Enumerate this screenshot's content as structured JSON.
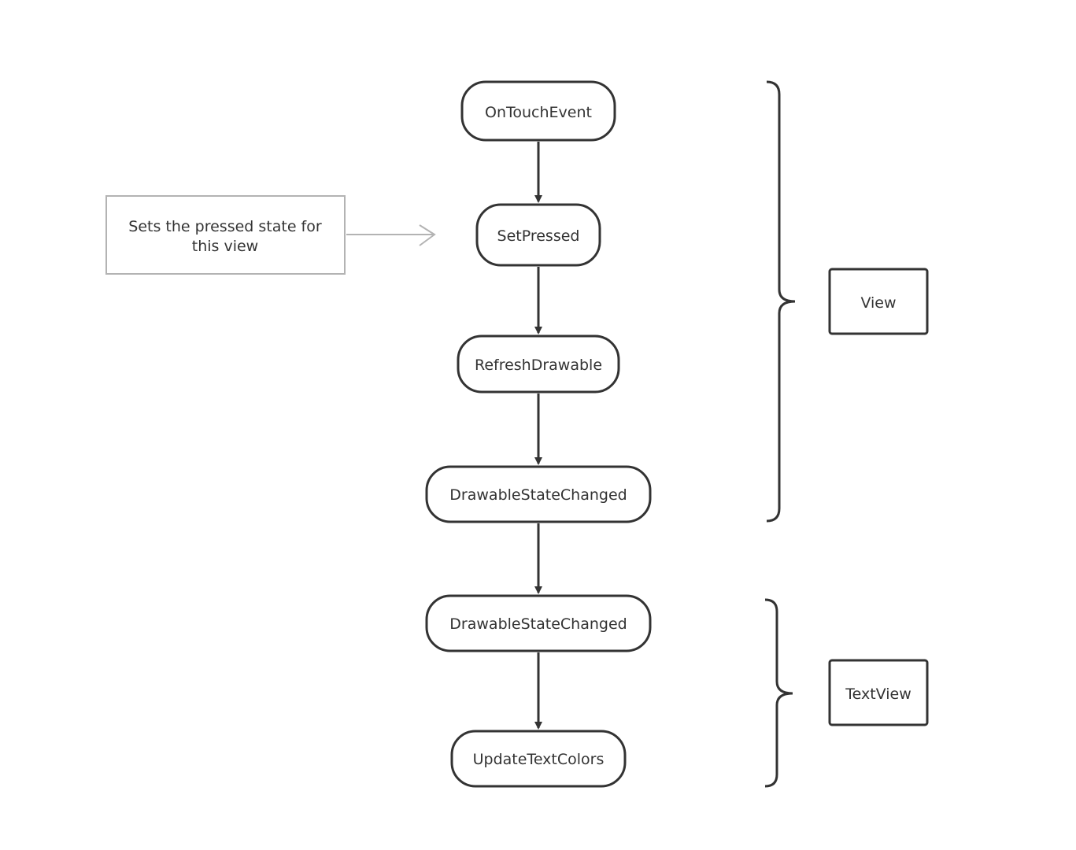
{
  "flow": {
    "nodes": [
      {
        "id": "on-touch-event",
        "label": "OnTouchEvent"
      },
      {
        "id": "set-pressed",
        "label": "SetPressed"
      },
      {
        "id": "refresh-drawable",
        "label": "RefreshDrawable"
      },
      {
        "id": "drawable-state-changed-view",
        "label": "DrawableStateChanged"
      },
      {
        "id": "drawable-state-changed-textview",
        "label": "DrawableStateChanged"
      },
      {
        "id": "update-text-colors",
        "label": "UpdateTextColors"
      }
    ]
  },
  "note": {
    "line1": "Sets the pressed state for",
    "line2": "this view"
  },
  "groups": {
    "view": {
      "label": "View"
    },
    "textview": {
      "label": "TextView"
    }
  },
  "colors": {
    "stroke": "#333333",
    "note_stroke": "#b3b3b3",
    "background": "#ffffff"
  }
}
